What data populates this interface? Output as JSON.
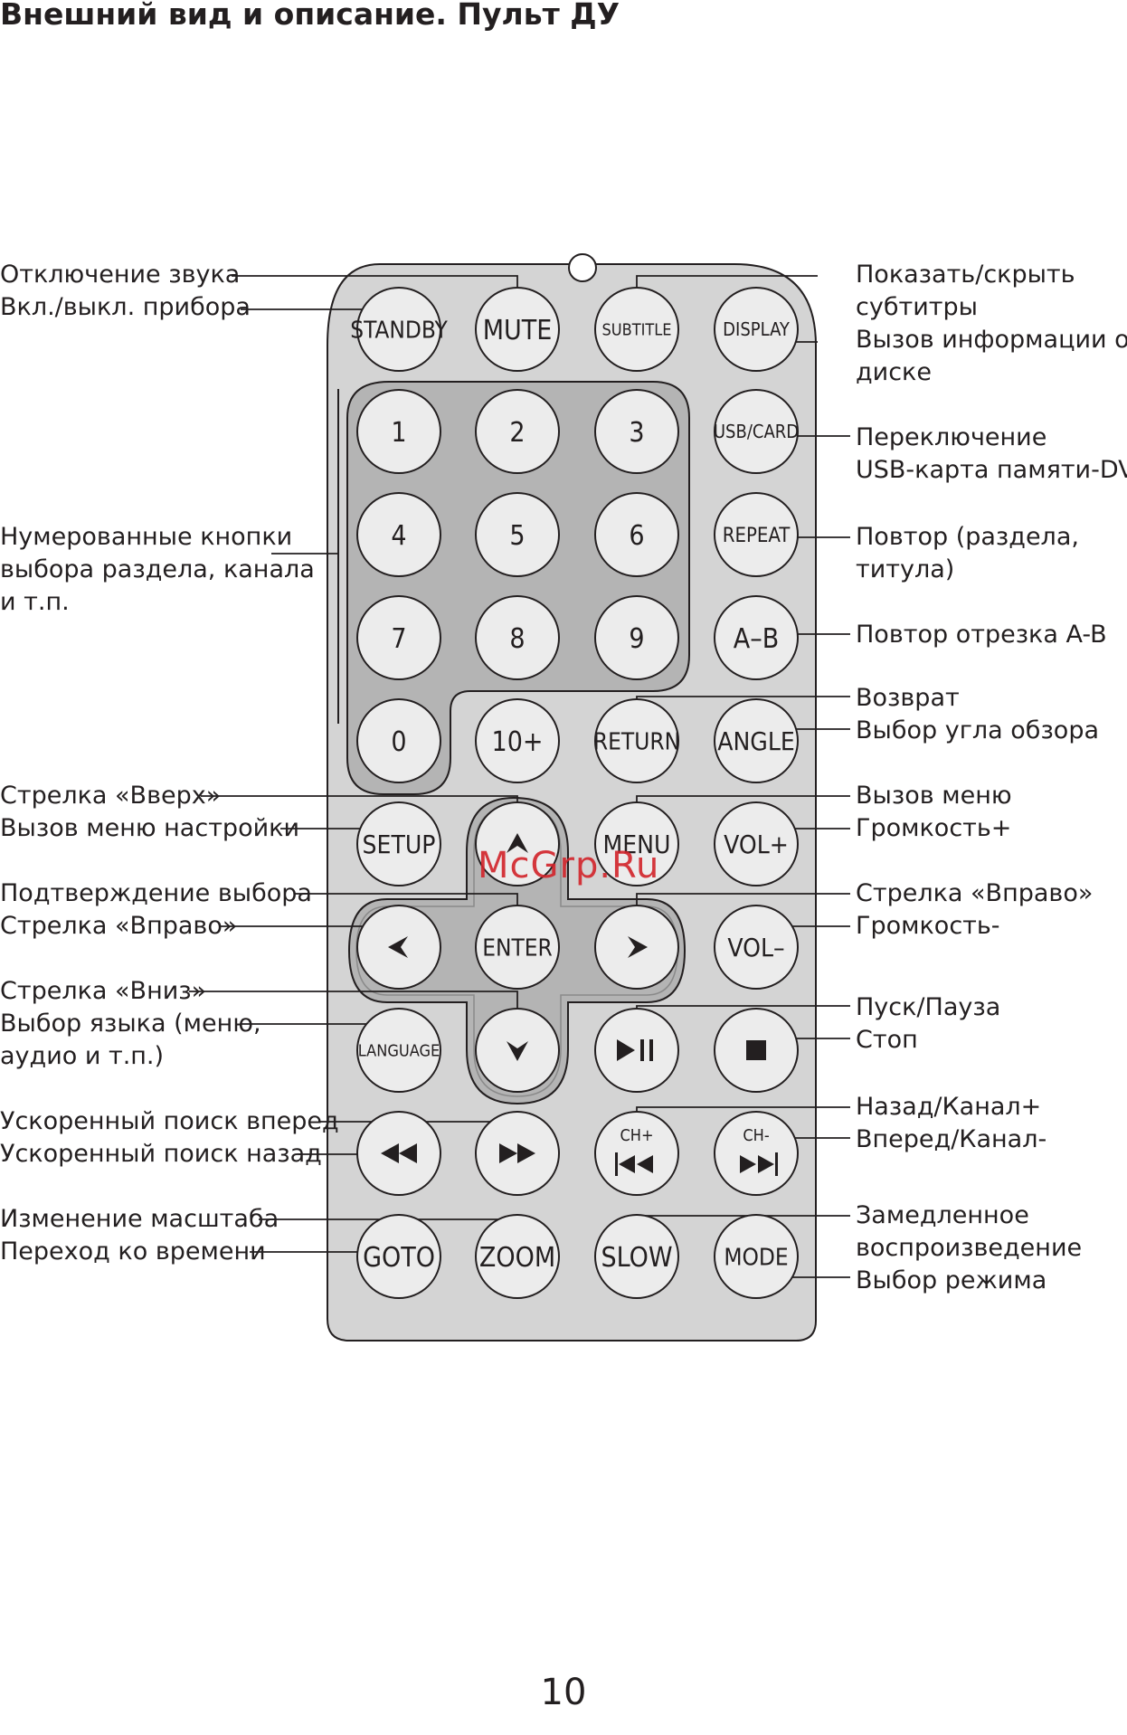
{
  "page": {
    "title": "Внешний вид и описание. Пульт ДУ",
    "page_number": "10",
    "watermark": "McGrp.Ru"
  },
  "colors": {
    "remote_body": "#d4d4d4",
    "panel": "#b4b4b4",
    "button_fill": "#ececec",
    "outline": "#231f20",
    "watermark": "#d2232a"
  },
  "buttons": {
    "standby": "STANDBY",
    "mute": "MUTE",
    "subtitle": "SUBTITLE",
    "display": "DISPLAY",
    "n1": "1",
    "n2": "2",
    "n3": "3",
    "usb_card": "USB/CARD",
    "n4": "4",
    "n5": "5",
    "n6": "6",
    "repeat": "REPEAT",
    "n7": "7",
    "n8": "8",
    "n9": "9",
    "ab": "A–B",
    "n0": "0",
    "n10plus": "10+",
    "return": "RETURN",
    "angle": "ANGLE",
    "setup": "SETUP",
    "menu": "MENU",
    "vol_plus": "VOL+",
    "enter": "ENTER",
    "vol_minus": "VOL–",
    "language": "LANGUAGE",
    "ch_plus": "CH+",
    "ch_minus": "CH-",
    "goto": "GOTO",
    "zoom": "ZOOM",
    "slow": "SLOW",
    "mode": "MODE"
  },
  "icons": {
    "up": "arrow-up-icon",
    "left": "arrow-left-icon",
    "right": "arrow-right-icon",
    "down": "arrow-down-icon",
    "play_pause": "play-pause-icon",
    "stop": "stop-icon",
    "rewind": "rewind-icon",
    "fast_forward": "fast-forward-icon",
    "prev": "previous-icon",
    "next": "next-icon"
  },
  "labels_left": {
    "mute": "Отключение звука",
    "standby": "Вкл./выкл. прибора",
    "numbers_1": "Нумерованные кнопки",
    "numbers_2": "выбора раздела, канала",
    "numbers_3": "и т.п.",
    "up": "Стрелка «Вверх»",
    "setup": "Вызов меню настройки",
    "enter": "Подтверждение выбора",
    "left": "Стрелка «Вправо»",
    "down": "Стрелка «Вниз»",
    "language_1": "Выбор языка (меню,",
    "language_2": "аудио и т.п.)",
    "ff": "Ускоренный поиск вперед",
    "rew": "Ускоренный поиск назад",
    "zoom": "Изменение масштаба",
    "goto": "Переход ко времени"
  },
  "labels_right": {
    "subtitle_1": "Показать/скрыть",
    "subtitle_2": "субтитры",
    "display_1": "Вызов информации о",
    "display_2": "диске",
    "usb_1": "Переключение",
    "usb_2": "USB-карта памяти-DVD",
    "repeat_1": "Повтор (раздела,",
    "repeat_2": "титула)",
    "ab": "Повтор отрезка A-B",
    "return": "Возврат",
    "angle": "Выбор угла обзора",
    "menu": "Вызов меню",
    "vol_plus": "Громкость+",
    "right": "Стрелка «Вправо»",
    "vol_minus": "Громкость-",
    "play": "Пуск/Пауза",
    "stop": "Стоп",
    "prev": "Назад/Канал+",
    "next": "Вперед/Канал-",
    "slow_1": "Замедленное",
    "slow_2": "воспроизведение",
    "mode": "Выбор режима"
  }
}
